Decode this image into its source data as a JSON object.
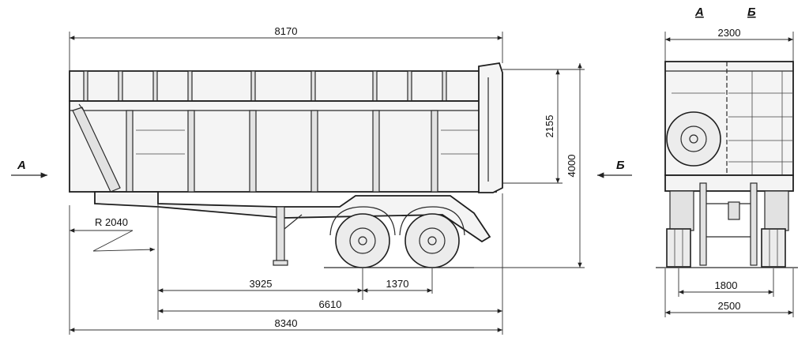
{
  "view_labels": {
    "left_arrow": "А",
    "right_arrow": "Б",
    "end_view_a": "А",
    "end_view_b": "Б"
  },
  "dimensions": {
    "overall_top": "8170",
    "side_height": "2155",
    "total_height": "4000",
    "turn_radius": "R 2040",
    "kingpin_to_axle": "3925",
    "axle_spacing": "1370",
    "kingpin_to_rear": "6610",
    "overall_bottom": "8340",
    "end_width_top": "2300",
    "end_track": "1800",
    "end_width_bottom": "2500"
  }
}
